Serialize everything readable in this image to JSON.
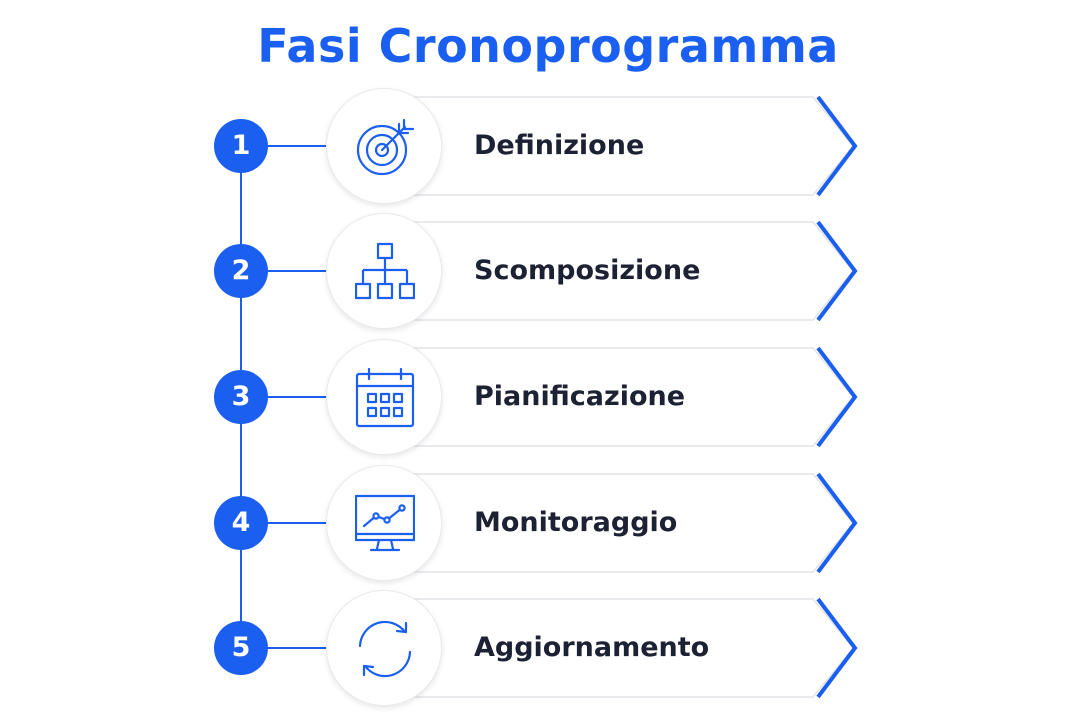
{
  "title": "Fasi Cronoprogramma",
  "colors": {
    "accent": "#1a5ff0",
    "text": "#1c2233",
    "card_border": "#e2e4e8"
  },
  "steps": [
    {
      "number": "1",
      "label": "Definizione",
      "icon": "target-icon"
    },
    {
      "number": "2",
      "label": "Scomposizione",
      "icon": "hierarchy-icon"
    },
    {
      "number": "3",
      "label": "Pianificazione",
      "icon": "calendar-icon"
    },
    {
      "number": "4",
      "label": "Monitoraggio",
      "icon": "monitor-chart-icon"
    },
    {
      "number": "5",
      "label": "Aggiornamento",
      "icon": "refresh-icon"
    }
  ]
}
